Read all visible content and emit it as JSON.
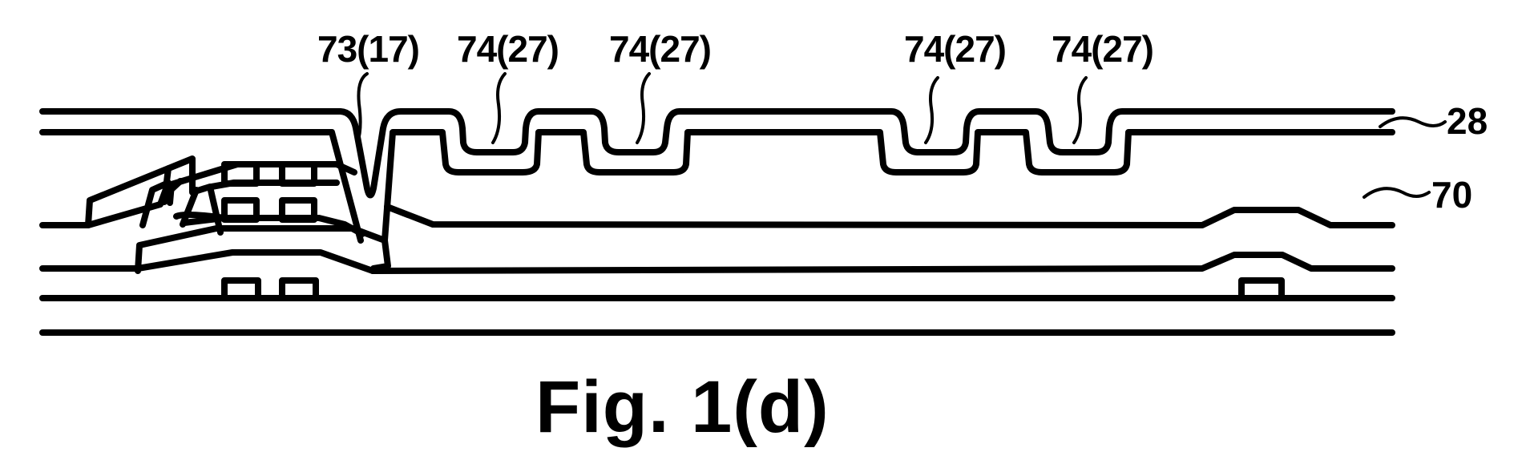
{
  "figure": {
    "caption": "Fig. 1(d)",
    "stroke_color": "#000000",
    "background": "#ffffff",
    "top_labels": [
      {
        "text": "73(17)",
        "target": "V-shaped contact trench"
      },
      {
        "text": "74(27)",
        "target": "trench 1"
      },
      {
        "text": "74(27)",
        "target": "trench 2"
      },
      {
        "text": "74(27)",
        "target": "trench 3"
      },
      {
        "text": "74(27)",
        "target": "trench 4"
      }
    ],
    "side_labels": [
      {
        "text": "28",
        "target": "upper conformal layer"
      },
      {
        "text": "70",
        "target": "insulating layer"
      }
    ]
  }
}
